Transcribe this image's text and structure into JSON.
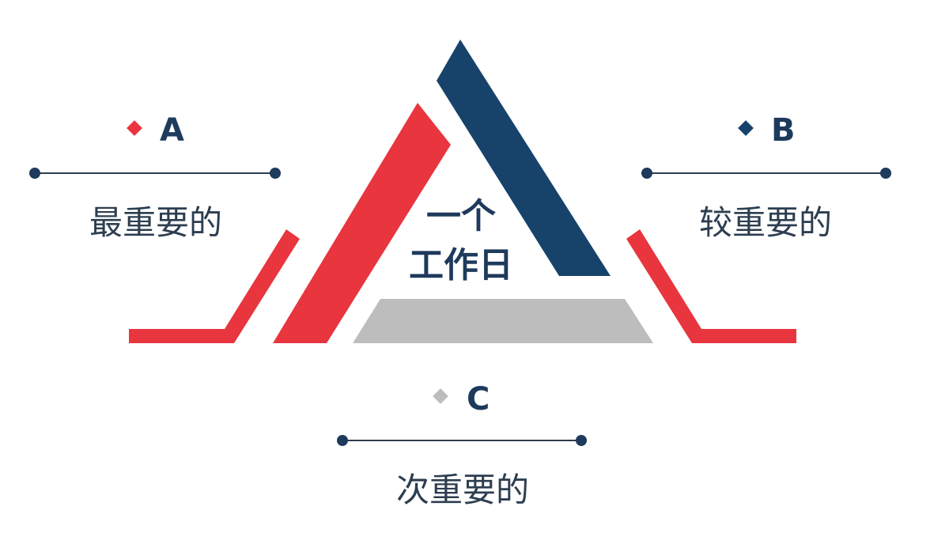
{
  "colors": {
    "red": "#e8353e",
    "navy": "#17436b",
    "gray": "#bdbdbd",
    "text": "#2d3e50"
  },
  "center": {
    "line1": "一个",
    "line2": "工作日"
  },
  "categories": [
    {
      "id": "a",
      "letter": "A",
      "description": "最重要的",
      "marker_color": "#e8353e"
    },
    {
      "id": "b",
      "letter": "B",
      "description": "较重要的",
      "marker_color": "#17436b"
    },
    {
      "id": "c",
      "letter": "C",
      "description": "次重要的",
      "marker_color": "#bdbdbd"
    }
  ]
}
